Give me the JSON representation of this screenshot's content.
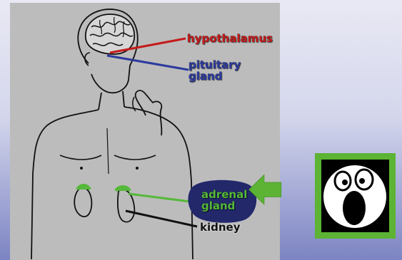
{
  "labels": {
    "hypothalamus": "hypothalamus",
    "pituitary_line1": "pituitary",
    "pituitary_line2": "gland",
    "adrenal_line1": "adrenal",
    "adrenal_line2": "gland",
    "kidney": "kidney"
  },
  "colors": {
    "hypothalamus": "#c41a1a",
    "pituitary": "#2b3a9e",
    "adrenal": "#56b83a",
    "kidney": "#111111",
    "callout_green": "#5cb334",
    "background_panel": "#bcbcbc"
  },
  "icons": {
    "arrow": "left-pointing-arrow",
    "face": "shocked-face"
  }
}
